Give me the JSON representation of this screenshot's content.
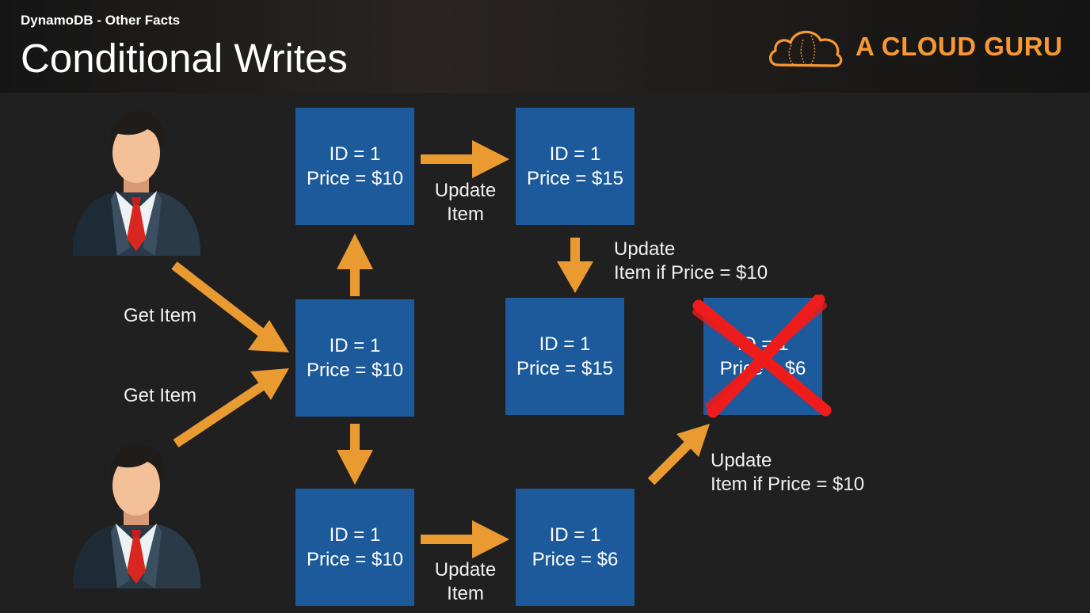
{
  "header": {
    "section": "DynamoDB - Other Facts",
    "title": "Conditional Writes",
    "brand": "A CLOUD GURU"
  },
  "boxes": {
    "top_left": {
      "id_line": "ID = 1",
      "price_line": "Price = $10"
    },
    "top_right": {
      "id_line": "ID = 1",
      "price_line": "Price = $15"
    },
    "center": {
      "id_line": "ID = 1",
      "price_line": "Price = $10"
    },
    "middle": {
      "id_line": "ID = 1",
      "price_line": "Price = $15"
    },
    "rejected": {
      "id_line": "ID = 1",
      "price_line": "Price = $6"
    },
    "bottom_left": {
      "id_line": "ID = 1",
      "price_line": "Price = $10"
    },
    "bottom_right": {
      "id_line": "ID = 1",
      "price_line": "Price = $6"
    }
  },
  "labels": {
    "get_item_top": "Get Item",
    "get_item_bottom": "Get Item",
    "update_top": [
      "Update",
      "Item"
    ],
    "update_bottom": [
      "Update",
      "Item"
    ],
    "conditional_top": [
      "Update",
      "Item if Price = $10"
    ],
    "conditional_bottom": [
      "Update",
      "Item if Price = $10"
    ]
  },
  "colors": {
    "background": "#202020",
    "box": "#1c5a9c",
    "arrow": "#e99a30",
    "brand": "#f79833",
    "cross": "#ee1c1c"
  },
  "icons": {
    "users": "businessman-icon",
    "brand": "cloud-logo-icon",
    "rejected": "red-x-icon"
  }
}
